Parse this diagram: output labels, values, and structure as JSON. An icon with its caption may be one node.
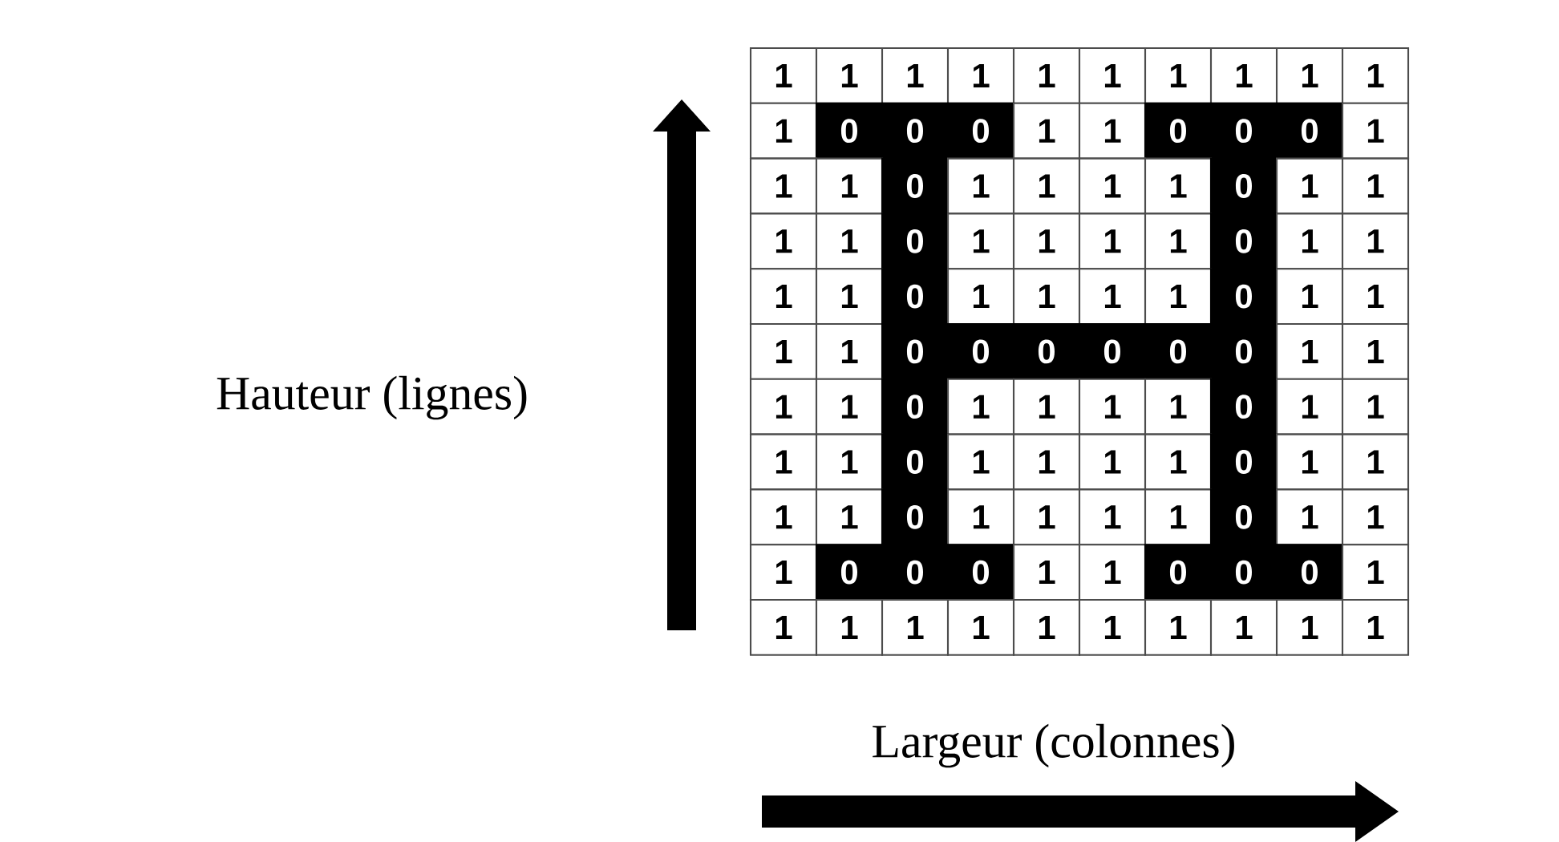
{
  "diagram": {
    "labels": [
      "1",
      "1",
      "1",
      "1",
      "1",
      "1",
      "1",
      "1",
      "1",
      "1",
      "1",
      "0",
      "0",
      "0",
      "1",
      "1",
      "0",
      "0",
      "0",
      "1",
      "1",
      "1",
      "0",
      "1",
      "1",
      "1",
      "1",
      "0",
      "1",
      "1",
      "1",
      "1",
      "0",
      "1",
      "1",
      "1",
      "1",
      "0",
      "1",
      "1",
      "1",
      "1",
      "0",
      "1",
      "1",
      "1",
      "1",
      "0",
      "1",
      "1",
      "1",
      "1",
      "0",
      "0",
      "0",
      "0",
      "0",
      "0",
      "1",
      "1",
      "1",
      "1",
      "0",
      "1",
      "1",
      "1",
      "1",
      "0",
      "1",
      "1",
      "1",
      "1",
      "0",
      "1",
      "1",
      "1",
      "1",
      "0",
      "1",
      "1",
      "1",
      "1",
      "0",
      "1",
      "1",
      "1",
      "1",
      "0",
      "1",
      "1",
      "1",
      "0",
      "0",
      "0",
      "1",
      "1",
      "0",
      "0",
      "0",
      "1",
      "1",
      "1",
      "1",
      "1",
      "1",
      "1",
      "1",
      "1",
      "1",
      "1",
      "Hauteur (lignes)",
      "Largeur (colonnes)"
    ]
  }
}
